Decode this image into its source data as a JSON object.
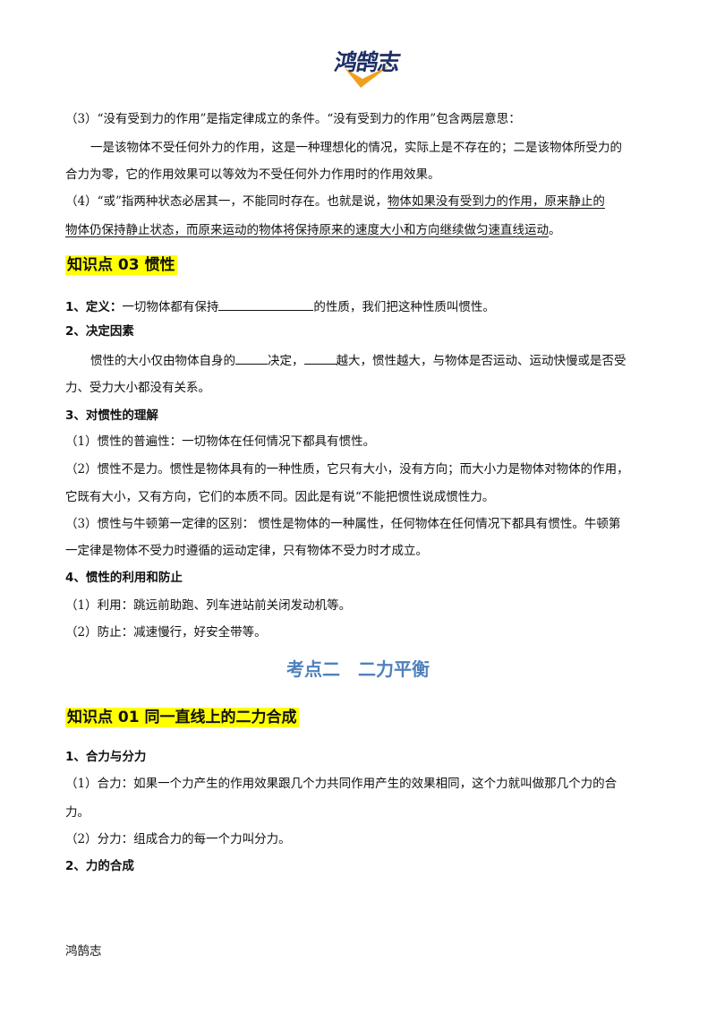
{
  "header": {
    "logo_text": "鸿鹄志"
  },
  "section_prev": {
    "p3": "（3）“没有受到力的作用”是指定律成立的条件。“没有受到力的作用”包含两层意思：",
    "p3_detail_line1": "一是该物体不受任何外力的作用，这是一种理想化的情况，实际上是不存在的；二是该物体所受力的",
    "p3_detail_line2": "合力为零，它的作用效果可以等效为不受任何外力作用时的作用效果。",
    "p4_prefix": "（4）“或”指两种状态必居其一，不能同时存在。也就是说，",
    "p4_underlined_1": "物体如果没有受到力的作用，原来静止的",
    "p4_underlined_2": "物体仍保持静止状态，而原来运动的物体将保持原来的速度大小和方向继续做匀速直线运动",
    "p4_suffix": "。"
  },
  "kp03": {
    "heading": "知识点 03  惯性",
    "def_label": "1、定义：",
    "def_text_before": "一切物体都有保持",
    "def_text_after": "的性质，我们把这种性质叫惯性。",
    "factors_label": "2、决定因素",
    "factors_line1_a": "惯性的大小仅由物体自身的",
    "factors_line1_b": "决定，",
    "factors_line1_c": "越大，惯性越大，与物体是否运动、运动快慢或是否受",
    "factors_line2": "力、受力大小都没有关系。",
    "understand_label": "3、对惯性的理解",
    "u1": "（1）惯性的普遍性：一切物体在任何情况下都具有惯性。",
    "u2_line1": "（2）惯性不是力。惯性是物体具有的一种性质，它只有大小，没有方向；而大小力是物体对物体的作用，",
    "u2_line2": "它既有大小，又有方向，它们的本质不同。因此是有说“不能把惯性说成惯性力。",
    "u3_line1": "（3）惯性与牛顿第一定律的区别： 惯性是物体的一种属性，任何物体在任何情况下都具有惯性。牛顿第",
    "u3_line2": "一定律是物体不受力时遵循的运动定律，只有物体不受力时才成立。",
    "use_label": "4、惯性的利用和防止",
    "use1": "（1）利用：跳远前助跑、列车进站前关闭发动机等。",
    "use2": "（2）防止：减速慢行，好安全带等。"
  },
  "section2": {
    "title": "考点二　二力平衡",
    "kp01_heading": "知识点 01  同一直线上的二力合成",
    "sub1_label": "1、合力与分力",
    "s1_line1": "（1）合力：如果一个力产生的作用效果跟几个力共同作用产生的效果相同，这个力就叫做那几个力的合",
    "s1_line2": "力。",
    "s2": "（2）分力：组成合力的每一个力叫分力。",
    "sub2_label": "2、力的合成"
  },
  "footer": {
    "text": "鸿鹄志"
  },
  "colors": {
    "highlight": "#ffff00",
    "section_title": "#4f81bd",
    "logo_blue": "#1d2f66",
    "logo_orange": "#f0a020"
  }
}
